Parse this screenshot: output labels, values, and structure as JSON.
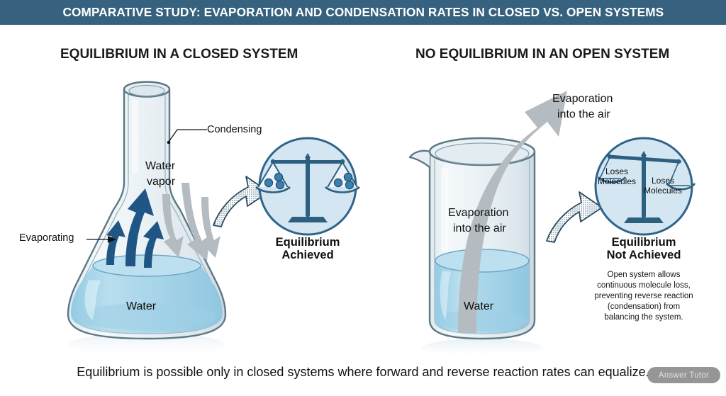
{
  "header": {
    "title": "COMPARATIVE STUDY: EVAPORATION AND CONDENSATION RATES IN CLOSED VS. OPEN SYSTEMS",
    "bg_color": "#36627f",
    "text_color": "#ffffff"
  },
  "panels": {
    "left": {
      "heading": "EQUILIBRIUM IN A CLOSED SYSTEM",
      "vessel": "erlenmeyer-flask",
      "labels": {
        "condensing": "Condensing",
        "evaporating": "Evaporating",
        "vapor": "Water\nvapor",
        "vapor_line1": "Water",
        "vapor_line2": "vapor",
        "liquid": "Water"
      },
      "arrows": {
        "up_count": 3,
        "up_color": "#1f5685",
        "up_meaning": "evaporating",
        "down_count": 3,
        "down_color": "#b4bcc2",
        "down_meaning": "condensing"
      },
      "callout": {
        "icon": "balance-scale-balanced",
        "left_pan_molecules": 3,
        "right_pan_molecules": 3,
        "title_line1": "Equilibrium",
        "title_line2": "Achieved",
        "circle_fill": "#d3e6f2",
        "circle_stroke": "#2f6489"
      }
    },
    "right": {
      "heading": "NO EQUILIBRIUM IN AN OPEN SYSTEM",
      "vessel": "beaker",
      "labels": {
        "evap_outer_line1": "Evaporation",
        "evap_outer_line2": "into the air",
        "evap_inner_line1": "Evaporation",
        "evap_inner_line2": "into the air",
        "liquid": "Water"
      },
      "arrows": {
        "escape_color": "#b4bcc2",
        "escape_meaning": "evaporation into the air"
      },
      "callout": {
        "icon": "balance-scale-unbalanced",
        "left_pan_label_line1": "Loses",
        "left_pan_label_line2": "Molecules",
        "right_pan_label_line1": "Loses",
        "right_pan_label_line2": "Molecules",
        "left_pan_molecules": 0,
        "right_pan_molecules": 0,
        "title_line1": "Equilibrium",
        "title_line2": "Not Achieved",
        "circle_fill": "#d3e6f2",
        "circle_stroke": "#2f6489",
        "note": "Open system allows continuous molecule loss, preventing reverse reaction (condensation) from balancing the system.",
        "note_line1": "Open system allows",
        "note_line2": "continuous molecule loss,",
        "note_line3": "preventing reverse reaction",
        "note_line4": "(condensation) from",
        "note_line5": "balancing the system."
      }
    }
  },
  "caption": "Equilibrium is possible only in closed systems where forward and reverse reaction rates can equalize.",
  "watermark": {
    "text": "Answer Tutor"
  },
  "colors": {
    "water_fill": "#a8d6ea",
    "glass_stroke": "#5d7785",
    "accent_dark_blue": "#1f5685",
    "neutral_gray": "#b4bcc2"
  }
}
